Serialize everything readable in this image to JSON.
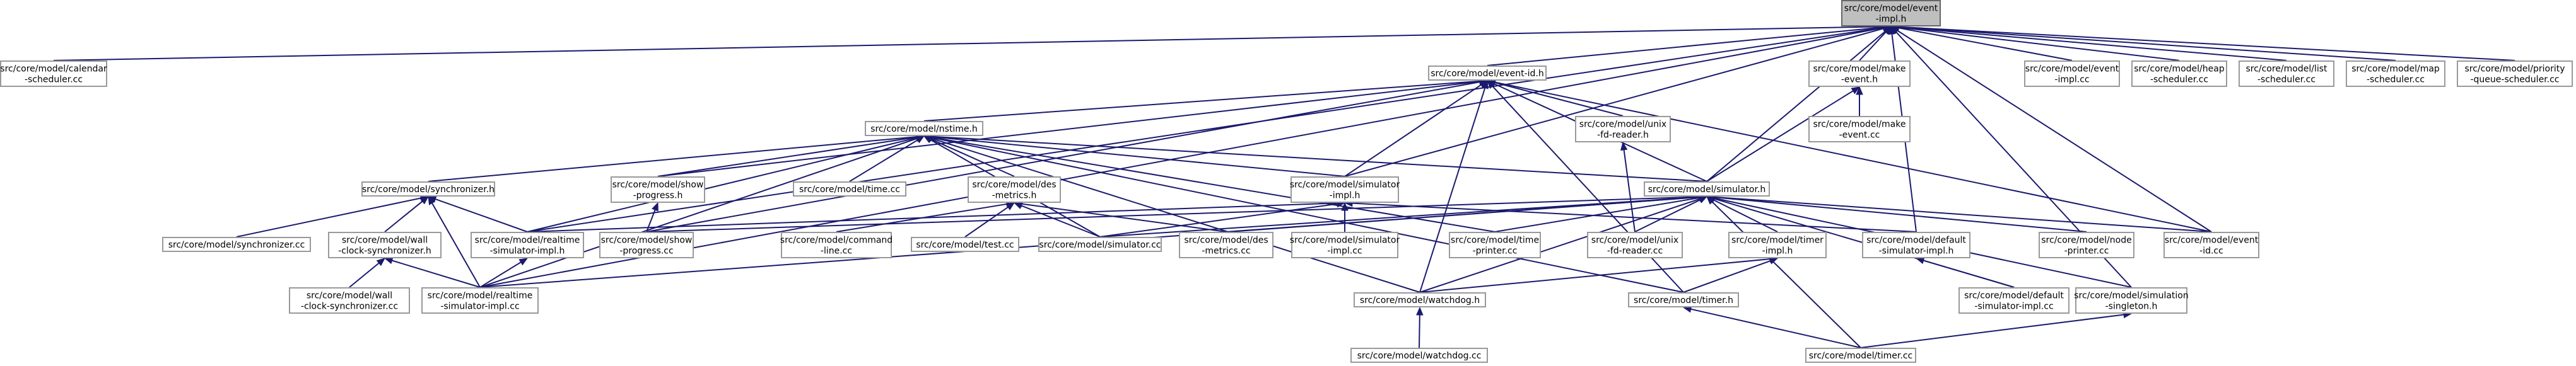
{
  "diagram": {
    "title": "",
    "colors": {
      "edge": "#1a1a6e",
      "node_border": "#999999",
      "root_fill": "#bfbfbf",
      "node_fill": "#ffffff"
    },
    "nodes": [
      {
        "id": "event_impl_h",
        "root": true,
        "lines": [
          "src/core/model/event",
          "-impl.h"
        ]
      },
      {
        "id": "calendar_scheduler_cc",
        "lines": [
          "src/core/model/calendar",
          "-scheduler.cc"
        ]
      },
      {
        "id": "event_id_h",
        "lines": [
          "src/core/model/event-id.h"
        ]
      },
      {
        "id": "make_event_h",
        "lines": [
          "src/core/model/make",
          "-event.h"
        ]
      },
      {
        "id": "event_impl_cc",
        "lines": [
          "src/core/model/event",
          "-impl.cc"
        ]
      },
      {
        "id": "heap_scheduler_cc",
        "lines": [
          "src/core/model/heap",
          "-scheduler.cc"
        ]
      },
      {
        "id": "list_scheduler_cc",
        "lines": [
          "src/core/model/list",
          "-scheduler.cc"
        ]
      },
      {
        "id": "map_scheduler_cc",
        "lines": [
          "src/core/model/map",
          "-scheduler.cc"
        ]
      },
      {
        "id": "priority_queue_scheduler_cc",
        "lines": [
          "src/core/model/priority",
          "-queue-scheduler.cc"
        ]
      },
      {
        "id": "nstime_h",
        "lines": [
          "src/core/model/nstime.h"
        ]
      },
      {
        "id": "unix_fd_reader_h",
        "lines": [
          "src/core/model/unix",
          "-fd-reader.h"
        ]
      },
      {
        "id": "make_event_cc",
        "lines": [
          "src/core/model/make",
          "-event.cc"
        ]
      },
      {
        "id": "synchronizer_h",
        "lines": [
          "src/core/model/synchronizer.h"
        ]
      },
      {
        "id": "show_progress_h",
        "lines": [
          "src/core/model/show",
          "-progress.h"
        ]
      },
      {
        "id": "time_cc",
        "lines": [
          "src/core/model/time.cc"
        ]
      },
      {
        "id": "des_metrics_h",
        "lines": [
          "src/core/model/des",
          "-metrics.h"
        ]
      },
      {
        "id": "simulator_impl_h",
        "lines": [
          "src/core/model/simulator",
          "-impl.h"
        ]
      },
      {
        "id": "simulator_h",
        "lines": [
          "src/core/model/simulator.h"
        ]
      },
      {
        "id": "synchronizer_cc",
        "lines": [
          "src/core/model/synchronizer.cc"
        ]
      },
      {
        "id": "wall_clock_synchronizer_h",
        "lines": [
          "src/core/model/wall",
          "-clock-synchronizer.h"
        ]
      },
      {
        "id": "realtime_simulator_impl_h",
        "lines": [
          "src/core/model/realtime",
          "-simulator-impl.h"
        ]
      },
      {
        "id": "show_progress_cc",
        "lines": [
          "src/core/model/show",
          "-progress.cc"
        ]
      },
      {
        "id": "command_line_cc",
        "lines": [
          "src/core/model/command",
          "-line.cc"
        ]
      },
      {
        "id": "test_cc",
        "lines": [
          "src/core/model/test.cc"
        ]
      },
      {
        "id": "simulator_cc",
        "lines": [
          "src/core/model/simulator.cc"
        ]
      },
      {
        "id": "des_metrics_cc",
        "lines": [
          "src/core/model/des",
          "-metrics.cc"
        ]
      },
      {
        "id": "simulator_impl_cc",
        "lines": [
          "src/core/model/simulator",
          "-impl.cc"
        ]
      },
      {
        "id": "time_printer_cc",
        "lines": [
          "src/core/model/time",
          "-printer.cc"
        ]
      },
      {
        "id": "unix_fd_reader_cc",
        "lines": [
          "src/core/model/unix",
          "-fd-reader.cc"
        ]
      },
      {
        "id": "timer_impl_h",
        "lines": [
          "src/core/model/timer",
          "-impl.h"
        ]
      },
      {
        "id": "default_simulator_impl_h",
        "lines": [
          "src/core/model/default",
          "-simulator-impl.h"
        ]
      },
      {
        "id": "node_printer_cc",
        "lines": [
          "src/core/model/node",
          "-printer.cc"
        ]
      },
      {
        "id": "event_id_cc",
        "lines": [
          "src/core/model/event",
          "-id.cc"
        ]
      },
      {
        "id": "wall_clock_synchronizer_cc",
        "lines": [
          "src/core/model/wall",
          "-clock-synchronizer.cc"
        ]
      },
      {
        "id": "realtime_simulator_impl_cc",
        "lines": [
          "src/core/model/realtime",
          "-simulator-impl.cc"
        ]
      },
      {
        "id": "watchdog_h",
        "lines": [
          "src/core/model/watchdog.h"
        ]
      },
      {
        "id": "timer_h",
        "lines": [
          "src/core/model/timer.h"
        ]
      },
      {
        "id": "default_simulator_impl_cc",
        "lines": [
          "src/core/model/default",
          "-simulator-impl.cc"
        ]
      },
      {
        "id": "simulation_singleton_h",
        "lines": [
          "src/core/model/simulation",
          "-singleton.h"
        ]
      },
      {
        "id": "watchdog_cc",
        "lines": [
          "src/core/model/watchdog.cc"
        ]
      },
      {
        "id": "timer_cc",
        "lines": [
          "src/core/model/timer.cc"
        ]
      }
    ],
    "edges": [
      [
        "event_impl_h",
        "calendar_scheduler_cc"
      ],
      [
        "event_impl_h",
        "event_id_h"
      ],
      [
        "event_impl_h",
        "make_event_h"
      ],
      [
        "event_impl_h",
        "event_impl_cc"
      ],
      [
        "event_impl_h",
        "heap_scheduler_cc"
      ],
      [
        "event_impl_h",
        "list_scheduler_cc"
      ],
      [
        "event_impl_h",
        "map_scheduler_cc"
      ],
      [
        "event_impl_h",
        "priority_queue_scheduler_cc"
      ],
      [
        "event_impl_h",
        "simulator_impl_h"
      ],
      [
        "event_impl_h",
        "simulator_h"
      ],
      [
        "event_impl_h",
        "realtime_simulator_impl_h"
      ],
      [
        "event_impl_h",
        "realtime_simulator_impl_cc"
      ],
      [
        "event_impl_h",
        "default_simulator_impl_h"
      ],
      [
        "event_impl_h",
        "event_id_cc"
      ],
      [
        "event_impl_h",
        "simulation_singleton_h"
      ],
      [
        "event_id_h",
        "nstime_h"
      ],
      [
        "event_id_h",
        "unix_fd_reader_h"
      ],
      [
        "event_id_h",
        "show_progress_h"
      ],
      [
        "event_id_h",
        "simulator_impl_h"
      ],
      [
        "event_id_h",
        "simulator_h"
      ],
      [
        "event_id_h",
        "event_id_cc"
      ],
      [
        "event_id_h",
        "watchdog_h"
      ],
      [
        "event_id_h",
        "timer_h"
      ],
      [
        "event_id_h",
        "show_progress_cc"
      ],
      [
        "make_event_h",
        "make_event_cc"
      ],
      [
        "make_event_h",
        "simulator_h"
      ],
      [
        "nstime_h",
        "synchronizer_h"
      ],
      [
        "nstime_h",
        "show_progress_h"
      ],
      [
        "nstime_h",
        "time_cc"
      ],
      [
        "nstime_h",
        "des_metrics_h"
      ],
      [
        "nstime_h",
        "simulator_impl_h"
      ],
      [
        "nstime_h",
        "simulator_h"
      ],
      [
        "nstime_h",
        "time_printer_cc"
      ],
      [
        "nstime_h",
        "realtime_simulator_impl_h"
      ],
      [
        "nstime_h",
        "simulator_cc"
      ],
      [
        "nstime_h",
        "watchdog_h"
      ],
      [
        "nstime_h",
        "timer_h"
      ],
      [
        "nstime_h",
        "realtime_simulator_impl_cc"
      ],
      [
        "unix_fd_reader_h",
        "unix_fd_reader_cc"
      ],
      [
        "synchronizer_h",
        "synchronizer_cc"
      ],
      [
        "synchronizer_h",
        "wall_clock_synchronizer_h"
      ],
      [
        "synchronizer_h",
        "realtime_simulator_impl_h"
      ],
      [
        "synchronizer_h",
        "realtime_simulator_impl_cc"
      ],
      [
        "show_progress_h",
        "show_progress_cc"
      ],
      [
        "des_metrics_h",
        "command_line_cc"
      ],
      [
        "des_metrics_h",
        "test_cc"
      ],
      [
        "des_metrics_h",
        "simulator_cc"
      ],
      [
        "des_metrics_h",
        "des_metrics_cc"
      ],
      [
        "simulator_impl_h",
        "realtime_simulator_impl_h"
      ],
      [
        "simulator_impl_h",
        "simulator_cc"
      ],
      [
        "simulator_impl_h",
        "simulator_impl_cc"
      ],
      [
        "simulator_impl_h",
        "default_simulator_impl_h"
      ],
      [
        "simulator_h",
        "show_progress_cc"
      ],
      [
        "simulator_h",
        "simulator_cc"
      ],
      [
        "simulator_h",
        "des_metrics_cc"
      ],
      [
        "simulator_h",
        "time_printer_cc"
      ],
      [
        "simulator_h",
        "unix_fd_reader_cc"
      ],
      [
        "simulator_h",
        "timer_impl_h"
      ],
      [
        "simulator_h",
        "node_printer_cc"
      ],
      [
        "simulator_h",
        "event_id_cc"
      ],
      [
        "simulator_h",
        "realtime_simulator_impl_cc"
      ],
      [
        "simulator_h",
        "default_simulator_impl_cc"
      ],
      [
        "simulator_h",
        "simulation_singleton_h"
      ],
      [
        "simulator_h",
        "timer_cc"
      ],
      [
        "simulator_h",
        "watchdog_h"
      ],
      [
        "wall_clock_synchronizer_h",
        "wall_clock_synchronizer_cc"
      ],
      [
        "wall_clock_synchronizer_h",
        "realtime_simulator_impl_cc"
      ],
      [
        "realtime_simulator_impl_h",
        "realtime_simulator_impl_cc"
      ],
      [
        "timer_impl_h",
        "timer_h"
      ],
      [
        "timer_impl_h",
        "watchdog_h"
      ],
      [
        "default_simulator_impl_h",
        "default_simulator_impl_cc"
      ],
      [
        "watchdog_h",
        "watchdog_cc"
      ],
      [
        "timer_h",
        "timer_cc"
      ],
      [
        "simulation_singleton_h",
        "timer_cc"
      ]
    ]
  }
}
